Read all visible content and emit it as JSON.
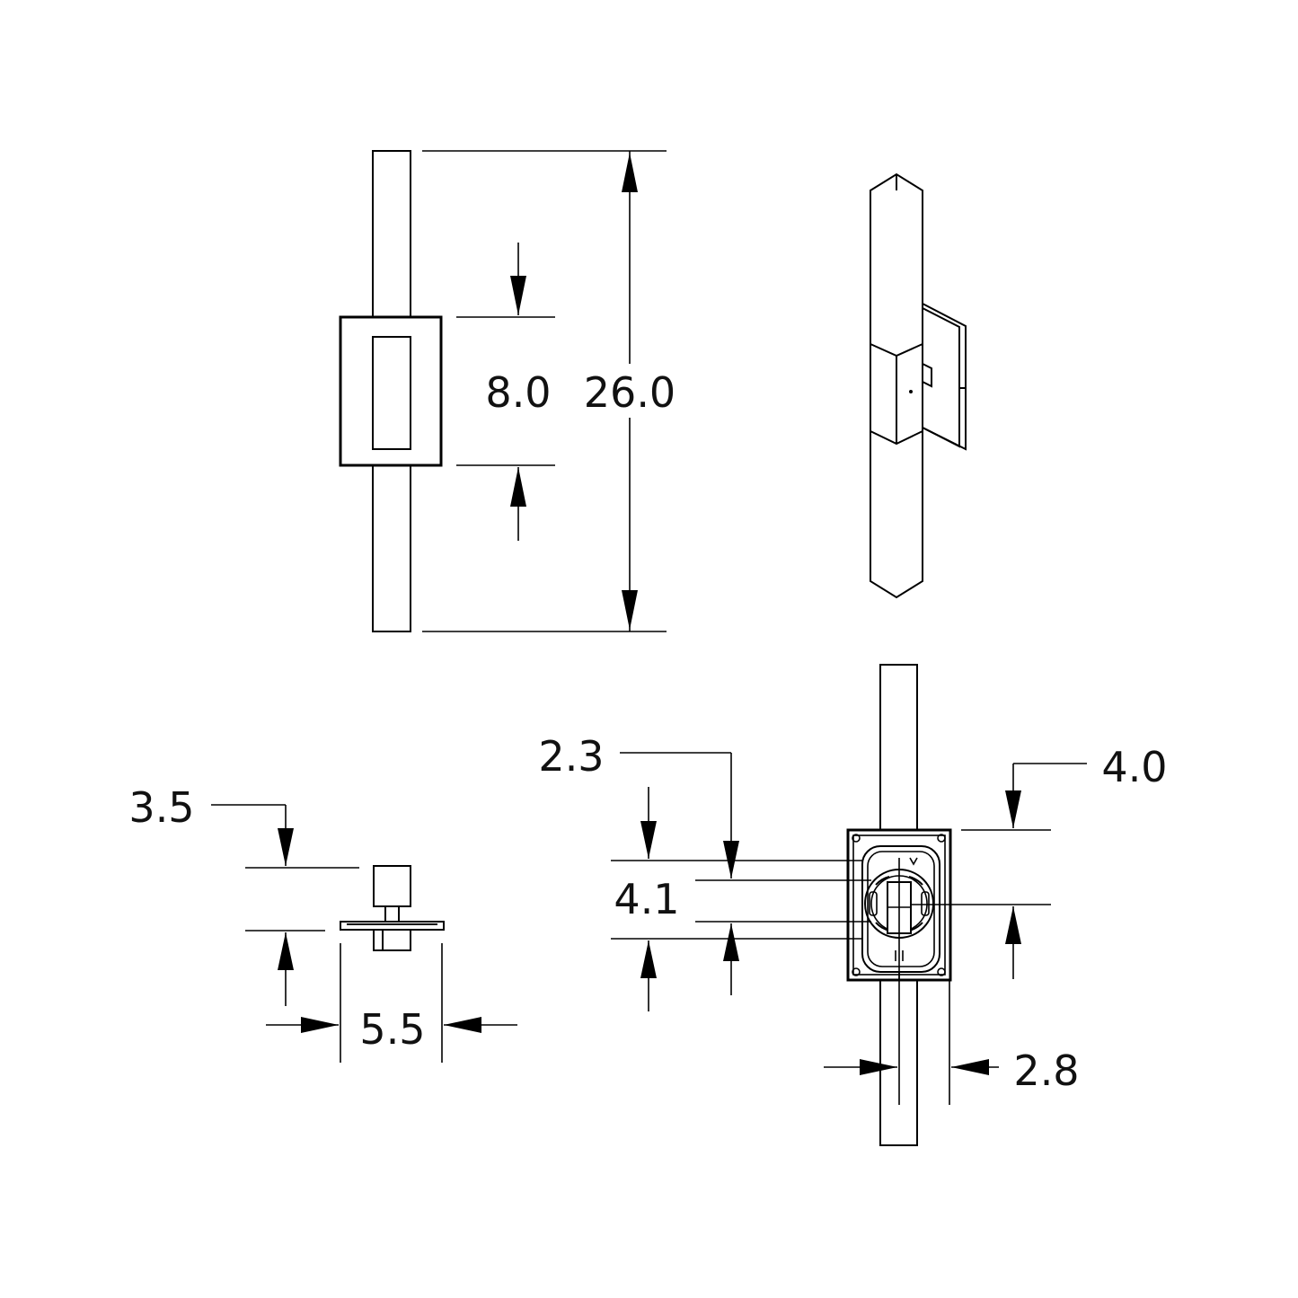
{
  "dimensions": {
    "d_8_0": "8.0",
    "d_26_0": "26.0",
    "d_3_5": "3.5",
    "d_5_5": "5.5",
    "d_2_3": "2.3",
    "d_4_0": "4.0",
    "d_4_1": "4.1",
    "d_2_8": "2.8"
  },
  "colors": {
    "line": "#000000",
    "background": "#ffffff"
  }
}
